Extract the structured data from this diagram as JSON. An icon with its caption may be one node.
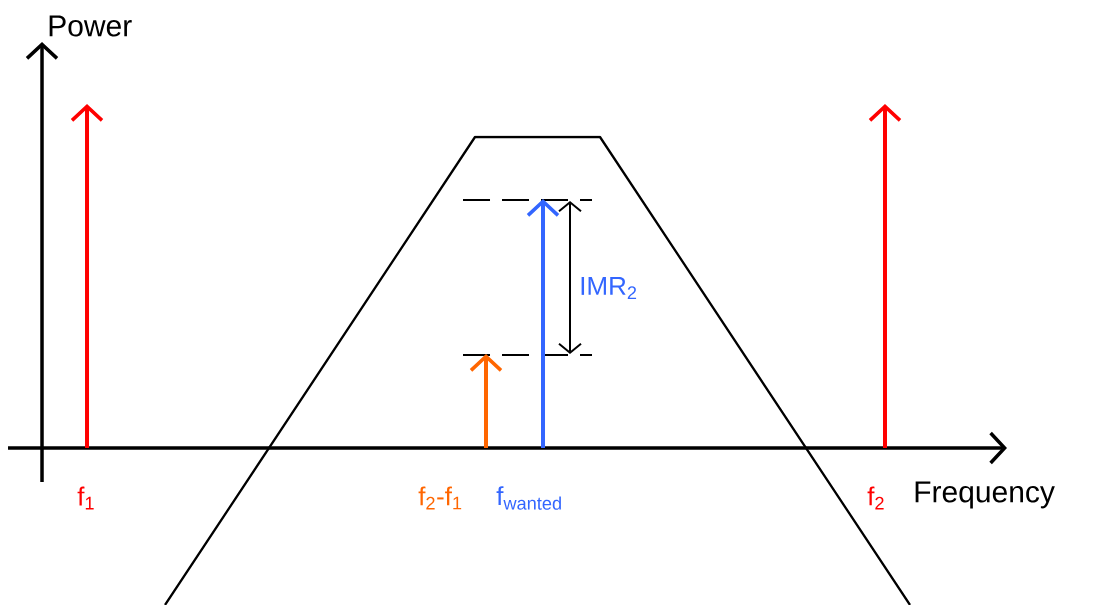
{
  "diagram": {
    "labels": [
      "Power",
      "IMR$_{2}$",
      "f$_{1}$",
      "f$_{2}$-f$_{1}$",
      "f$_{wanted}$",
      "f$_{2}$",
      "Frequency"
    ]
  }
}
